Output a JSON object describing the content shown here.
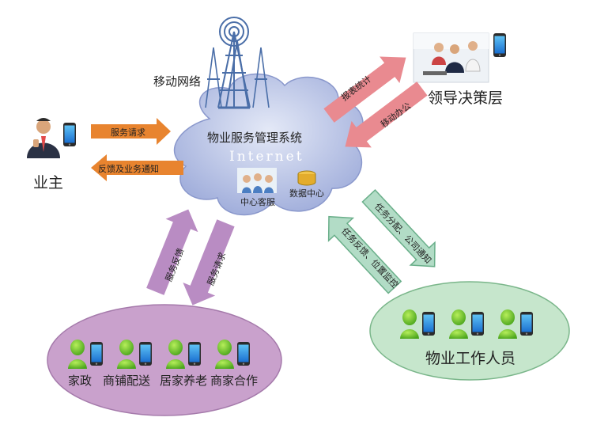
{
  "colors": {
    "cloud": "#b7c2e3",
    "cloud_edge": "#8a98cc",
    "orange": "#e8842f",
    "pink": "#e98a90",
    "purple": "#b98cc3",
    "green_arrow": "#b2dcc6",
    "green_arrow_edge": "#6aaf8a",
    "purple_ellipse": "#c9a1cc",
    "green_ellipse": "#c6e6cc",
    "tower": "#4a6ea8"
  },
  "tower": {
    "label": "移动网络",
    "icon": "antenna-tower-icon"
  },
  "cloud": {
    "title": "物业服务管理系统",
    "internet": "Internet",
    "customer_service": "中心客服",
    "data_center": "数据中心"
  },
  "owner": {
    "label": "业主",
    "icon": "businessman-phone-icon"
  },
  "owner_arrows": {
    "request": "服务请求",
    "feedback": "反馈及业务通知"
  },
  "leaders": {
    "label": "领导决策层",
    "icon": "office-team-photo-icon"
  },
  "leader_arrows": {
    "report": "报表统计",
    "mobile": "移动办公"
  },
  "services": {
    "items": [
      "家政",
      "商铺配送",
      "居家养老",
      "商家合作"
    ],
    "arrows": {
      "feedback": "服务反馈",
      "request": "服务请求"
    }
  },
  "staff": {
    "label": "物业工作人员",
    "arrows": {
      "assign": "任务分配、公司通知",
      "feedback": "任务反馈、位置监控"
    }
  }
}
